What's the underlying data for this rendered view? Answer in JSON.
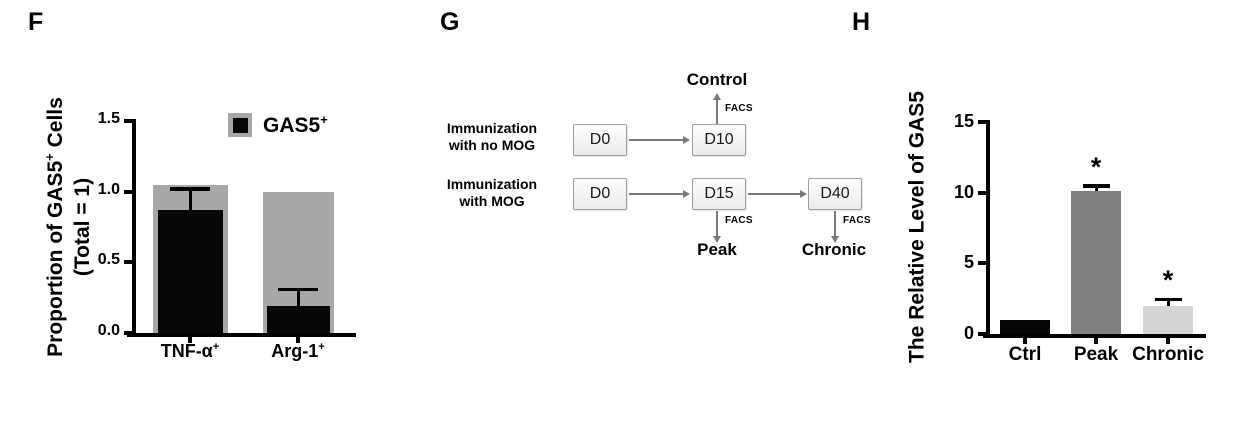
{
  "figure": {
    "background": "#ffffff",
    "panel_labels": {
      "f": "F",
      "g": "G",
      "h": "H"
    }
  },
  "chart_data": [
    {
      "panel": "F",
      "type": "bar",
      "title": "",
      "ylabel": "Proportion of GAS5+ Cells (Total = 1)",
      "ylabel_lines": [
        {
          "segments": [
            {
              "t": "Proportion of GAS5"
            },
            {
              "t": "+",
              "sup": true
            },
            {
              "t": " Cells"
            }
          ]
        },
        {
          "segments": [
            {
              "t": "(Total = 1)"
            }
          ]
        }
      ],
      "xlabel": "",
      "categories": [
        {
          "segments": [
            {
              "t": "TNF-α"
            },
            {
              "t": "+",
              "sup": true
            }
          ]
        },
        {
          "segments": [
            {
              "t": "Arg-1"
            },
            {
              "t": "+",
              "sup": true
            }
          ]
        }
      ],
      "series": [
        {
          "name": "Total",
          "values": [
            1.05,
            1.0
          ],
          "errors": [
            null,
            null
          ],
          "color": "#a7a7a7"
        },
        {
          "name": "GAS5+",
          "values": [
            0.87,
            0.19
          ],
          "errors": [
            0.15,
            0.12
          ],
          "color": "#060606"
        }
      ],
      "yticks": [
        "0.0",
        "0.5",
        "1.0",
        "1.5"
      ],
      "ytick_values": [
        0,
        0.5,
        1.0,
        1.5
      ],
      "ylim": [
        0,
        1.5
      ],
      "grid": false,
      "legend": {
        "position": "top-right",
        "label": "GAS5+",
        "label_segments": [
          {
            "t": "GAS5"
          },
          {
            "t": "+",
            "sup": true
          }
        ],
        "swatch_fill": "#060606",
        "swatch_border": "#a7a7a7"
      }
    },
    {
      "panel": "H",
      "type": "bar",
      "title": "",
      "ylabel": "The Relative Level of GAS5",
      "xlabel": "",
      "categories": [
        {
          "segments": [
            {
              "t": "Ctrl"
            }
          ]
        },
        {
          "segments": [
            {
              "t": "Peak"
            }
          ]
        },
        {
          "segments": [
            {
              "t": "Chronic"
            }
          ]
        }
      ],
      "values": [
        1.0,
        10.1,
        2.0
      ],
      "errors": [
        null,
        0.4,
        0.45
      ],
      "annotations": [
        null,
        "*",
        "*"
      ],
      "bar_colors": [
        "#060606",
        "#7f7f7f",
        "#d5d5d5"
      ],
      "yticks": [
        "0",
        "5",
        "10",
        "15"
      ],
      "ytick_values": [
        0,
        5,
        10,
        15
      ],
      "ylim": [
        0,
        15
      ],
      "grid": false,
      "legend": null
    }
  ],
  "diagram": {
    "row1": {
      "label_line1": "Immunization",
      "label_line2": "with no MOG",
      "box1": "D0",
      "box2": "D10"
    },
    "row2": {
      "label_line1": "Immunization",
      "label_line2": "with MOG",
      "box1": "D0",
      "box2": "D15",
      "box3": "D40"
    },
    "branch_control": {
      "target": "Control",
      "label": "FACS"
    },
    "branch_peak": {
      "target": "Peak",
      "label": "FACS"
    },
    "branch_chronic": {
      "target": "Chronic",
      "label": "FACS"
    }
  }
}
